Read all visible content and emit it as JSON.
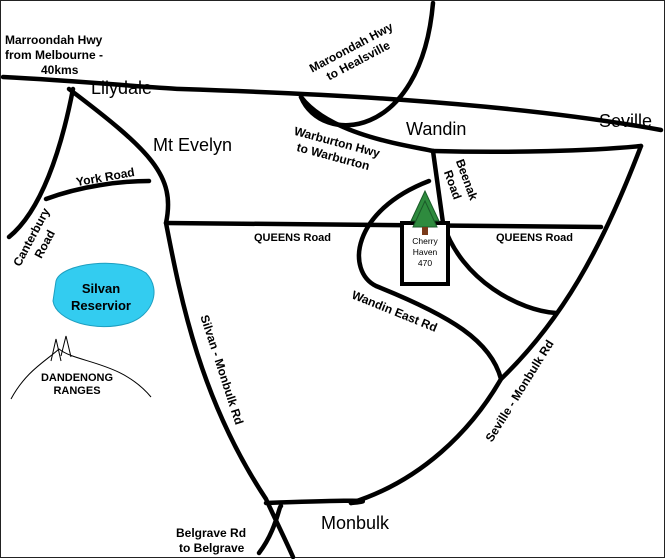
{
  "towns": {
    "lilydale": "Lilydale",
    "mt_evelyn": "Mt Evelyn",
    "wandin": "Wandin",
    "seville": "Seville",
    "monbulk": "Monbulk"
  },
  "roads": {
    "maroondah_melbourne": [
      "Marroondah Hwy",
      "from Melbourne -",
      "40kms"
    ],
    "maroondah_healesville": [
      "Maroondah Hwy",
      "to Healsville"
    ],
    "warburton_hwy": [
      "Warburton Hwy",
      "to Warburton"
    ],
    "york_road": "York Road",
    "canterbury_road": [
      "Canterbury",
      "Road"
    ],
    "beenak_road": [
      "Beenak",
      "Road"
    ],
    "queens_road_west": "QUEENS Road",
    "queens_road_east": "QUEENS Road",
    "wandin_east_rd": "Wandin East Rd",
    "silvan_monbulk_rd": "Silvan - Monbulk Rd",
    "seville_monbulk_rd": "Seville - Monbulk Rd",
    "belgrave_rd": [
      "Belgrave Rd",
      "to Belgrave"
    ]
  },
  "features": {
    "reservoir": [
      "Silvan",
      "Reservior"
    ],
    "ranges": [
      "DANDENONG",
      "RANGES"
    ],
    "destination": [
      "Cherry",
      "Haven",
      "470"
    ]
  },
  "colors": {
    "reservoir_fill": "#33ccf0",
    "tree": "#2e8b3e",
    "trunk": "#7a3a1a"
  }
}
